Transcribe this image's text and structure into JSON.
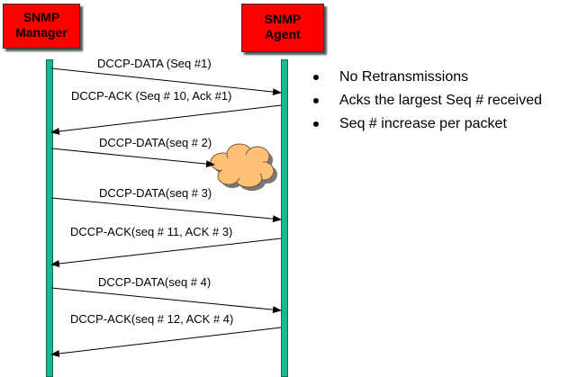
{
  "entities": {
    "manager": {
      "line1": "SNMP",
      "line2": "Manager",
      "color": "#ff0000"
    },
    "agent": {
      "line1": "SNMP",
      "line2": "Agent",
      "color": "#ff0000"
    }
  },
  "lifeline_color": "#19b894",
  "messages": [
    {
      "label": "DCCP-DATA (Seq #1)",
      "from": "manager",
      "to": "agent",
      "lost": false
    },
    {
      "label": "DCCP-ACK (Seq # 10, Ack #1)",
      "from": "agent",
      "to": "manager",
      "lost": false
    },
    {
      "label": "DCCP-DATA(seq # 2)",
      "from": "manager",
      "to": "cloud",
      "lost": true
    },
    {
      "label": "DCCP-DATA(seq # 3)",
      "from": "manager",
      "to": "agent",
      "lost": false
    },
    {
      "label": "DCCP-ACK(seq # 11, ACK # 3)",
      "from": "agent",
      "to": "manager",
      "lost": false
    },
    {
      "label": "DCCP-DATA(seq # 4)",
      "from": "manager",
      "to": "agent",
      "lost": false
    },
    {
      "label": "DCCP-ACK(seq # 12, ACK # 4)",
      "from": "agent",
      "to": "manager",
      "lost": false
    }
  ],
  "notes": [
    "No Retransmissions",
    "Acks the largest Seq # received",
    "Seq # increase per packet"
  ],
  "cloud_color": "#ffc078"
}
